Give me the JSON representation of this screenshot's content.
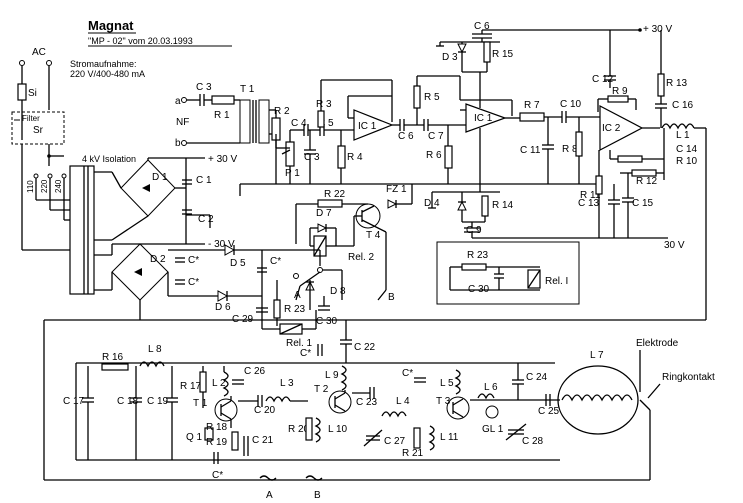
{
  "title": "Magnat",
  "subtitle": "\"MP - 02\" vom 20.03.1993",
  "power": {
    "ac": "AC",
    "si": "Si",
    "filter": "Filter",
    "filter_sub": "Sr",
    "consumption_label": "Stromaufnahme:",
    "consumption_value": "220 V/400-480 mA",
    "isolation": "4 kV Isolation",
    "taps": [
      "110",
      "220",
      "240"
    ]
  },
  "supply": {
    "plus30": "+ 30 V",
    "minus30": "- 30 V",
    "plus30_top": "+ 30 V",
    "minus30_right": "30 V"
  },
  "inputs": {
    "a": "a",
    "b": "b",
    "nf": "NF"
  },
  "labels": {
    "C3a": "C 3",
    "R1": "R 1",
    "T1": "T 1",
    "R2": "R 2",
    "C4": "C 4",
    "C5": "C 5",
    "R3": "R 3",
    "IC1a": "IC 1",
    "C3b": "C 3",
    "P1": "P 1",
    "R4": "R 4",
    "C6top": "C 6",
    "D3": "D 3",
    "R15": "R 15",
    "R5": "R 5",
    "C6": "C 6",
    "C7": "C 7",
    "IC1b": "IC 1",
    "R6": "R 6",
    "R7": "R 7",
    "C10": "C 10",
    "C11": "C 11",
    "R8": "R 8",
    "C12": "C 12",
    "R9": "R 9",
    "IC2": "IC 2",
    "R11": "R 11",
    "C13": "C 13",
    "R13": "R 13",
    "C16": "C 16",
    "L1": "L 1",
    "C14": "C 14",
    "R10": "R 10",
    "R12": "R 12",
    "C15": "C 15",
    "D4": "D 4",
    "R14": "R 14",
    "C9": "C 9",
    "D1": "D 1",
    "C1": "C 1",
    "C2": "C 2",
    "R22": "R 22",
    "FZ1": "FZ 1",
    "D7": "D 7",
    "T4": "T 4",
    "Rel2": "Rel. 2",
    "D2": "D 2",
    "Cs1": "C*",
    "Cs2": "C*",
    "D5": "D 5",
    "Cs3": "C*",
    "A": "A",
    "B": "B",
    "D6": "D 6",
    "C29": "C 29",
    "R23a": "R 23",
    "D8": "D 8",
    "C30a": "C 30",
    "Rel1a": "Rel. 1",
    "R23b": "R 23",
    "C30b": "C 30",
    "Rel1b": "Rel. I",
    "R16": "R 16",
    "L8": "L 8",
    "C17": "C 17",
    "C18": "C 18",
    "C19": "C 19",
    "R17": "R 17",
    "L2": "L 2",
    "C26": "C 26",
    "T1b": "T 1",
    "C20": "C 20",
    "L3": "L 3",
    "T2": "T 2",
    "Cs4": "C*",
    "C22": "C 22",
    "L9": "L 9",
    "C23": "C 23",
    "Cs5": "C*",
    "L5": "L 5",
    "L6": "L 6",
    "C24": "C 24",
    "L7": "L 7",
    "Elektrode": "Elektrode",
    "Ringkontakt": "Ringkontakt",
    "Q1": "Q 1",
    "R18": "R 18",
    "R19": "R 19",
    "C21": "C 21",
    "Cs6": "C*",
    "R20": "R 20",
    "L10": "L 10",
    "L4": "L 4",
    "C27": "C 27",
    "R21": "R 21",
    "T3": "T 3",
    "L11": "L 11",
    "GL1": "GL 1",
    "C25": "C 25",
    "C28": "C 28",
    "Abot": "A",
    "Bbot": "B"
  }
}
